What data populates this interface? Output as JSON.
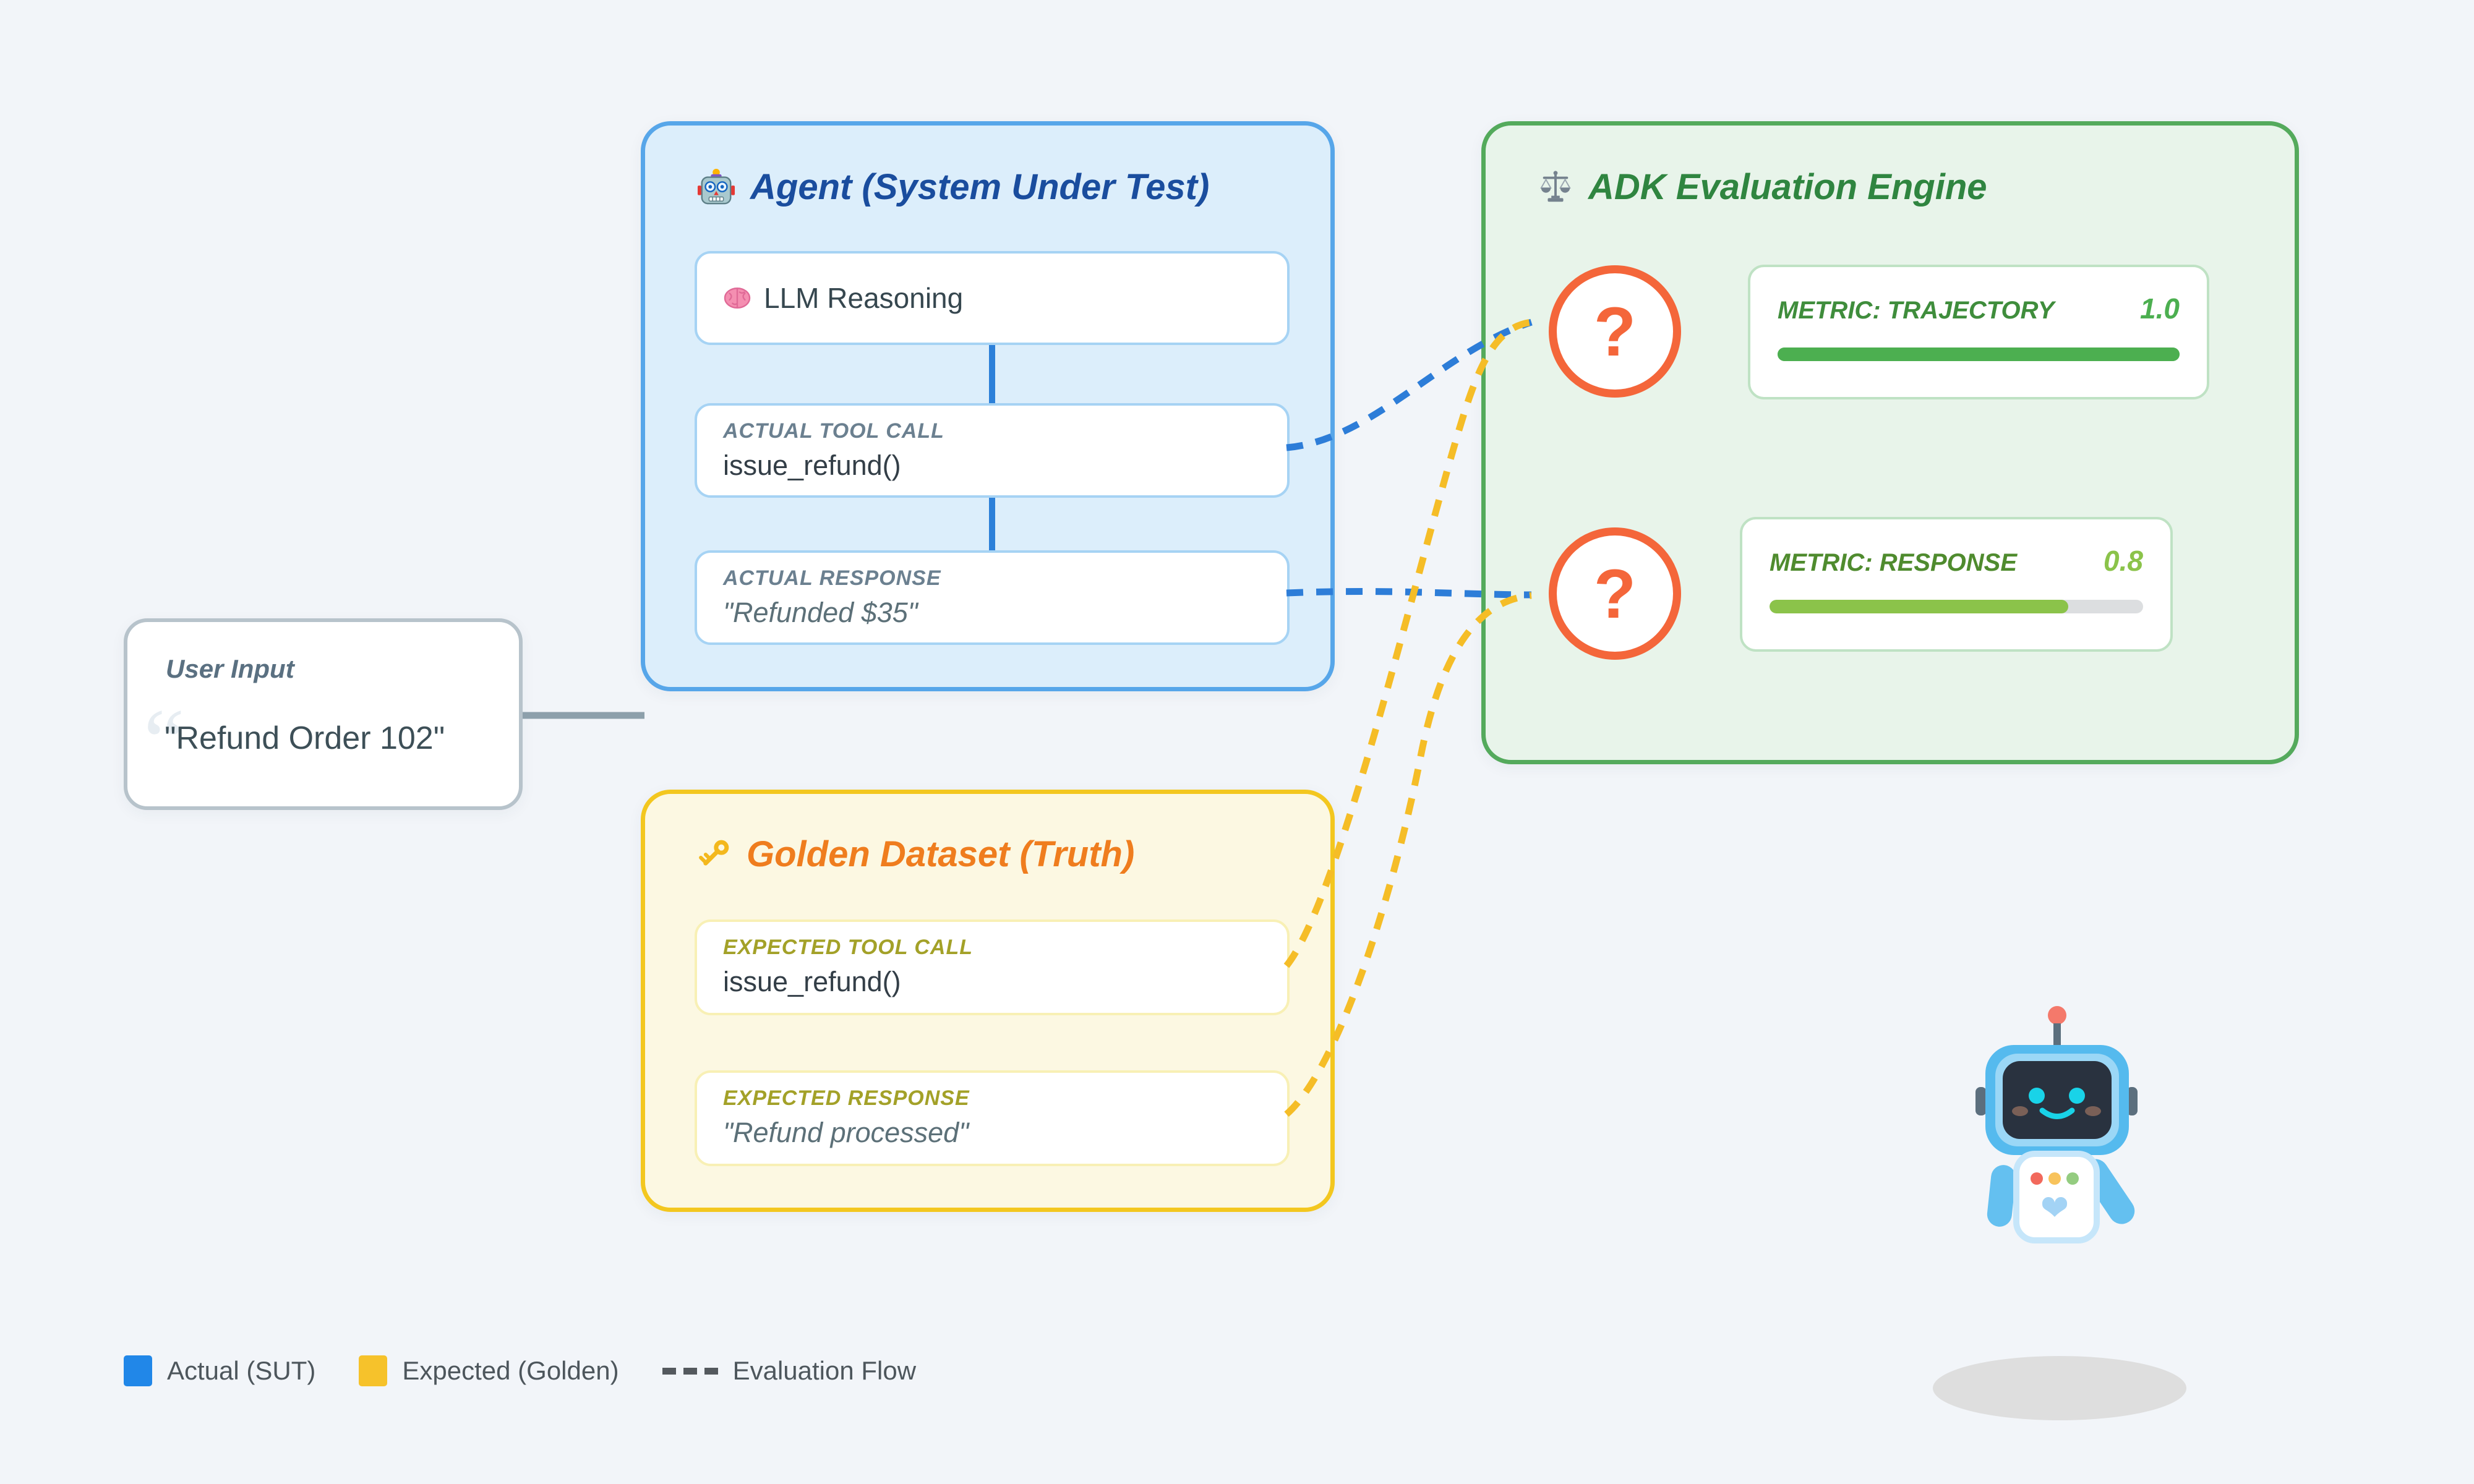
{
  "user_input": {
    "title": "User Input",
    "value": "\"Refund Order 102\"",
    "quote_mark": "“"
  },
  "agent": {
    "title": "Agent (System Under Test)",
    "icon": "robot-icon",
    "cards": {
      "reasoning": {
        "icon": "brain-icon",
        "text": "LLM Reasoning"
      },
      "tool_call": {
        "label": "ACTUAL TOOL CALL",
        "value": "issue_refund()"
      },
      "response": {
        "label": "ACTUAL RESPONSE",
        "value": "\"Refunded $35\""
      }
    }
  },
  "golden": {
    "title": "Golden Dataset (Truth)",
    "icon": "key-icon",
    "cards": {
      "tool_call": {
        "label": "EXPECTED TOOL CALL",
        "value": "issue_refund()"
      },
      "response": {
        "label": "EXPECTED RESPONSE",
        "value": "\"Refund processed\""
      }
    }
  },
  "engine": {
    "title": "ADK Evaluation Engine",
    "icon": "scales-icon",
    "question_mark": "?",
    "metrics": [
      {
        "label": "METRIC: TRAJECTORY",
        "value": "1.0",
        "percent": 100,
        "bar_color": "#4caf50",
        "track_color": "#4caf50",
        "label_color": "#3f8d3c",
        "value_color": "#4caf50"
      },
      {
        "label": "METRIC: RESPONSE",
        "value": "0.8",
        "percent": 80,
        "bar_color": "#8bc34a",
        "track_color": "#dcdee0",
        "label_color": "#4f8b2e",
        "value_color": "#8bc34a"
      }
    ]
  },
  "legend": {
    "items": [
      {
        "label": "Actual (SUT)",
        "swatch": "#2187e8"
      },
      {
        "label": "Expected (Golden)",
        "swatch": "#f6c22b"
      },
      {
        "label": "Evaluation Flow",
        "swatch": "dashed"
      }
    ]
  },
  "connectors": {
    "actual_color": "#2d7dd8",
    "expected_color": "#f5bd27",
    "neutral_color": "#8da0ab"
  }
}
